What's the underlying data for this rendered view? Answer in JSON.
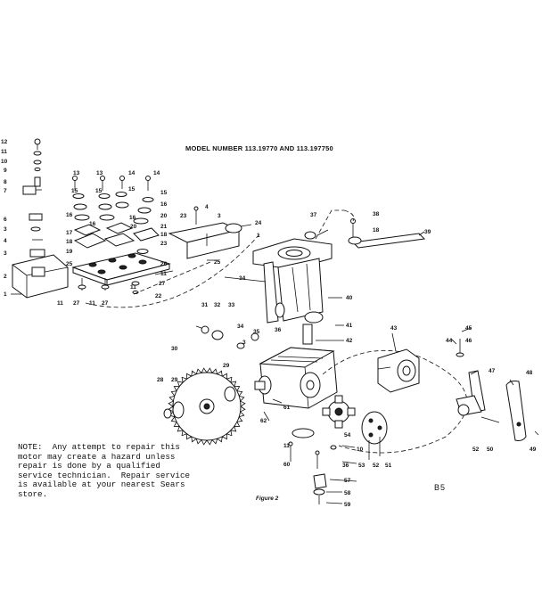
{
  "title": "MODEL NUMBER 113.19770 AND 113.197750",
  "note": "NOTE:  Any attempt to repair this\nmotor may create a hazard unless\nrepair is done by a qualified\nservice technician.  Repair service\nis available at your nearest Sears\nstore.",
  "figure_label": "Figure 2",
  "page_id": "B5",
  "callouts": {
    "c12": "12",
    "c11a": "11",
    "c10a": "10",
    "c9": "9",
    "c8": "8",
    "c7": "7",
    "c6": "6",
    "c3a": "3",
    "c4a": "4",
    "c3b": "3",
    "c2": "2",
    "c1a": "1",
    "c13a": "13",
    "c13b": "13",
    "c14a": "14",
    "c14b": "14",
    "c15a": "15",
    "c15b": "15",
    "c15c": "15",
    "c15d": "15",
    "c16a": "16",
    "c16b": "16",
    "c16c": "16",
    "c16d": "16",
    "c17": "17",
    "c18a": "18",
    "c19": "19",
    "c20a": "20",
    "c20b": "20",
    "c21": "21",
    "c22": "22",
    "c23a": "23",
    "c23b": "23",
    "c24": "24",
    "c25a": "25",
    "c25b": "25",
    "c26": "26",
    "c27a": "27",
    "c27b": "27",
    "c27c": "27",
    "c11b": "11",
    "c11c": "11",
    "c11d": "11",
    "c11e": "11",
    "c4b": "4",
    "c3c": "3",
    "c1b": "1",
    "c37": "37",
    "c38": "38",
    "c18b": "18",
    "c39": "39",
    "c34a": "34",
    "c40": "40",
    "c41": "41",
    "c42": "42",
    "c31": "31",
    "c32": "32",
    "c33": "33",
    "c34b": "34",
    "c35": "35",
    "c36a": "36",
    "c3d": "3",
    "c30": "30",
    "c29a": "29",
    "c28": "28",
    "c29b": "29",
    "c62": "62",
    "c61": "61",
    "c43": "43",
    "c44": "44",
    "c45": "45",
    "c46": "46",
    "c47": "47",
    "c48": "48",
    "c49": "49",
    "c50": "50",
    "c52": "52",
    "c54": "54",
    "c53": "53",
    "c10b": "10",
    "c11f": "11",
    "c60": "60",
    "c36b": "36",
    "c52b": "52",
    "c51": "51",
    "c57": "57",
    "c58": "58",
    "c59": "59"
  }
}
